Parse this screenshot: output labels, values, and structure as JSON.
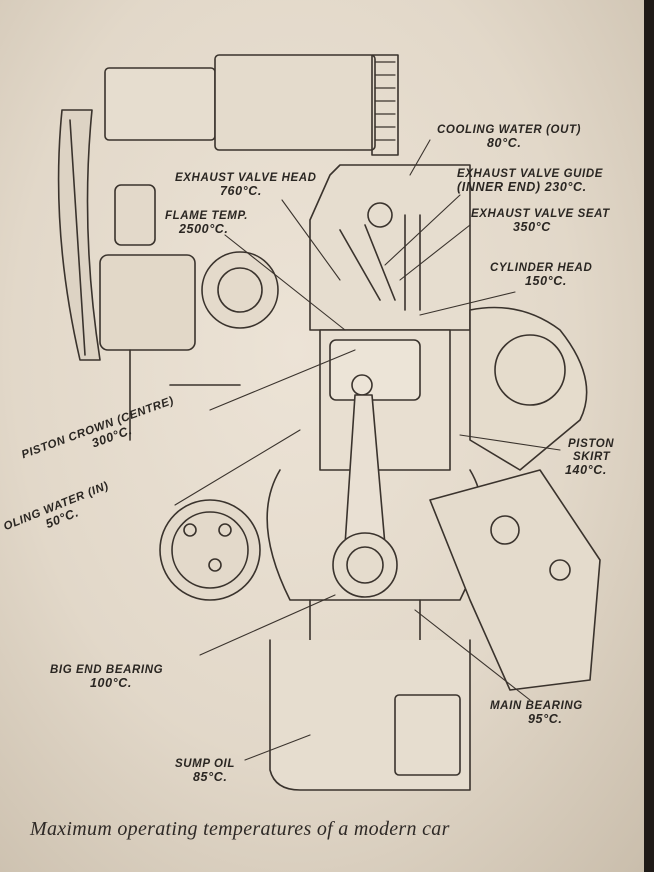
{
  "labels": {
    "cooling_water_out": {
      "name": "COOLING WATER (OUT)",
      "value": "80°C."
    },
    "exhaust_valve_head": {
      "name": "EXHAUST VALVE HEAD",
      "value": "760°C."
    },
    "exhaust_valve_guide": {
      "name": "EXHAUST VALVE GUIDE",
      "detail": "(INNER END) 230°C."
    },
    "flame_temp": {
      "name": "FLAME TEMP.",
      "value": "2500°C."
    },
    "exhaust_valve_seat": {
      "name": "EXHAUST VALVE SEAT",
      "value": "350°C"
    },
    "cylinder_head": {
      "name": "CYLINDER HEAD",
      "value": "150°C."
    },
    "piston_crown": {
      "name": "PISTON CROWN (CENTRE)",
      "value": "300°C."
    },
    "cooling_water_in": {
      "name": "OLING WATER (IN)",
      "value": "50°C."
    },
    "piston_skirt": {
      "name": "PISTON",
      "name2": "SKIRT",
      "value": "140°C."
    },
    "big_end_bearing": {
      "name": "BIG END BEARING",
      "value": "100°C."
    },
    "main_bearing": {
      "name": "MAIN BEARING",
      "value": "95°C."
    },
    "sump_oil": {
      "name": "SUMP OIL",
      "value": "85°C."
    }
  },
  "caption": "Maximum operating temperatures of a modern car"
}
